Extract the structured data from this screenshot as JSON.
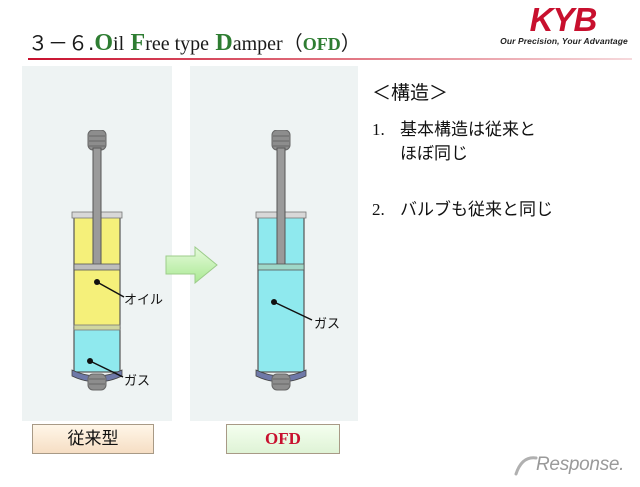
{
  "header": {
    "title_prefix": "３－６.",
    "title_word1_cap": "O",
    "title_word1_rest": "il",
    "title_word2_cap": "F",
    "title_word2_rest": "ree type",
    "title_word3_cap": "D",
    "title_word3_rest": "amper",
    "title_paren_open": "（",
    "title_acronym": "OFD",
    "title_paren_close": "）",
    "logo_text": "KYB",
    "slogan": "Our Precision, Your Advantage",
    "brand_color": "#c8102e"
  },
  "diagram": {
    "left_damper": {
      "oil_label": "オイル",
      "gas_label": "ガス",
      "caption": "従来型",
      "oil_color": "#f5f07a",
      "gas_color": "#8fe9ee"
    },
    "right_damper": {
      "gas_label": "ガス",
      "caption": "OFD",
      "gas_color": "#8fe9ee"
    },
    "arrow_icon": "right-arrow-icon",
    "arrow_color": "#b9f0a6"
  },
  "structure": {
    "heading": "＜構造＞",
    "items": [
      {
        "num": "1.",
        "text": "基本構造は従来と\nほぼ同じ"
      },
      {
        "num": "2.",
        "text": "バルブも従来と同じ"
      }
    ]
  },
  "watermark": {
    "text": "Response."
  }
}
